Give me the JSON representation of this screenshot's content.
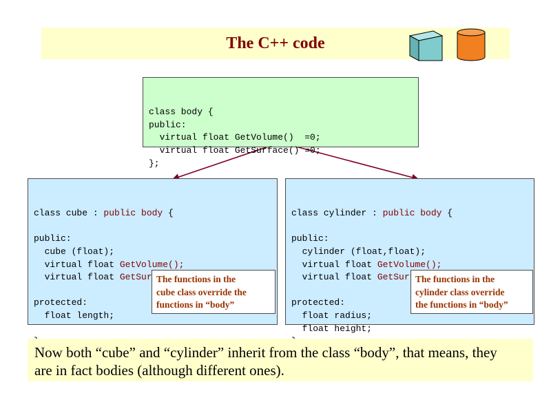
{
  "title": "The C++ code",
  "icons": {
    "cube_color": "#80cccc",
    "cylinder_color": "#f08020"
  },
  "body_class": {
    "lines": [
      "class body {",
      "public:",
      "  virtual float GetVolume()  =0;",
      "  virtual float GetSurface() =0;",
      "};"
    ]
  },
  "cube_class": {
    "line1_prefix": "class cube : ",
    "line1_base": "public body",
    "line1_suffix": " {",
    "public_label": "public:",
    "ctor": "  cube (float);",
    "vol_prefix": "  virtual float ",
    "vol_name": "GetVolume();",
    "surf_prefix": "  virtual float ",
    "surf_name": "GetSurface();",
    "protected_label": "protected:",
    "field1": "  float length;",
    "close": "};"
  },
  "cylinder_class": {
    "line1_prefix": "class cylinder : ",
    "line1_base": "public body",
    "line1_suffix": " {",
    "public_label": "public:",
    "ctor": "  cylinder (float,float);",
    "vol_prefix": "  virtual float ",
    "vol_name": "GetVolume();",
    "surf_prefix": "  virtual float ",
    "surf_name": "GetSurface();",
    "protected_label": "protected:",
    "field1": "  float radius;",
    "field2": "  float height;",
    "close": "};"
  },
  "cube_note": {
    "lines": [
      "The functions in the",
      "cube class override the",
      "functions in “body”"
    ]
  },
  "cylinder_note": {
    "lines": [
      "The functions in the",
      "cylinder class override",
      "the functions in “body”"
    ]
  },
  "bottom_text": {
    "lines": [
      "Now both “cube” and “cylinder” inherit from the class “body”, that means, they",
      "are in fact bodies (although different ones)."
    ]
  },
  "colors": {
    "title": "#800000",
    "keyword": "#800000",
    "note_text": "#993300",
    "arrow": "#800020",
    "green_box": "#ccffcc",
    "blue_box": "#ccecff",
    "band": "#ffffcc"
  }
}
